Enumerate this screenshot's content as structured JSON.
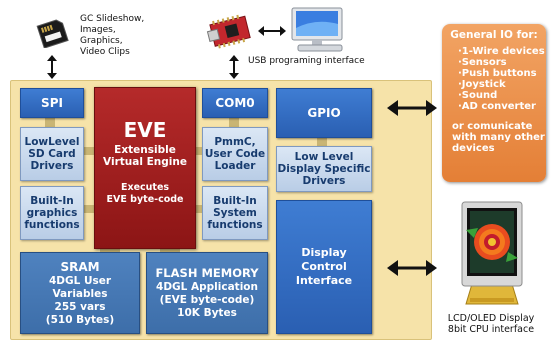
{
  "top_left_caption": [
    "GC Slideshow,",
    "Images,",
    "Graphics,",
    "Video Clips"
  ],
  "usb_caption": "USB programing interface",
  "blocks": {
    "spi": "SPI",
    "com0": "COM0",
    "gpio": "GPIO",
    "sd_drivers": [
      "LowLevel",
      "SD Card",
      "Drivers"
    ],
    "graphics_fn": [
      "Built-In",
      "graphics",
      "functions"
    ],
    "pmmc": [
      "PmmC,",
      "User Code",
      "Loader"
    ],
    "system_fn": [
      "Built-In",
      "System",
      "functions"
    ],
    "display_drivers": [
      "Low Level",
      "Display Specific",
      "Drivers"
    ],
    "display_control": [
      "Display Control",
      "Interface"
    ]
  },
  "eve": {
    "title": "EVE",
    "subtitle": [
      "Extensible",
      "Virtual Engine"
    ],
    "desc": [
      "Executes",
      "EVE byte-code"
    ]
  },
  "sram": {
    "title": "SRAM",
    "lines": [
      "4DGL User Variables",
      "255 vars",
      "(510 Bytes)"
    ]
  },
  "flash": {
    "title": "FLASH MEMORY",
    "lines": [
      "4DGL Application",
      "(EVE byte-code)",
      "10K Bytes"
    ]
  },
  "general_io": {
    "title": "General IO for:",
    "items": [
      "·1-Wire devices",
      "·Sensors",
      "·Push buttons",
      "·Joystick",
      "·Sound",
      "·AD converter"
    ],
    "footer": [
      "or comunicate",
      "with many other",
      "devices"
    ]
  },
  "lcd_caption": [
    "LCD/OLED Display",
    "8bit CPU interface"
  ],
  "colors": {
    "panel": "#f6e3a9",
    "blue_block": "#3470c4",
    "light_block": "#c8d8ec",
    "eve": "#a11f1f",
    "memory": "#4676b4",
    "general_io": "#e88d47"
  },
  "icons": [
    "sd-card-icon",
    "usb-programmer-board-icon",
    "computer-monitor-icon",
    "lcd-display-module-icon"
  ]
}
